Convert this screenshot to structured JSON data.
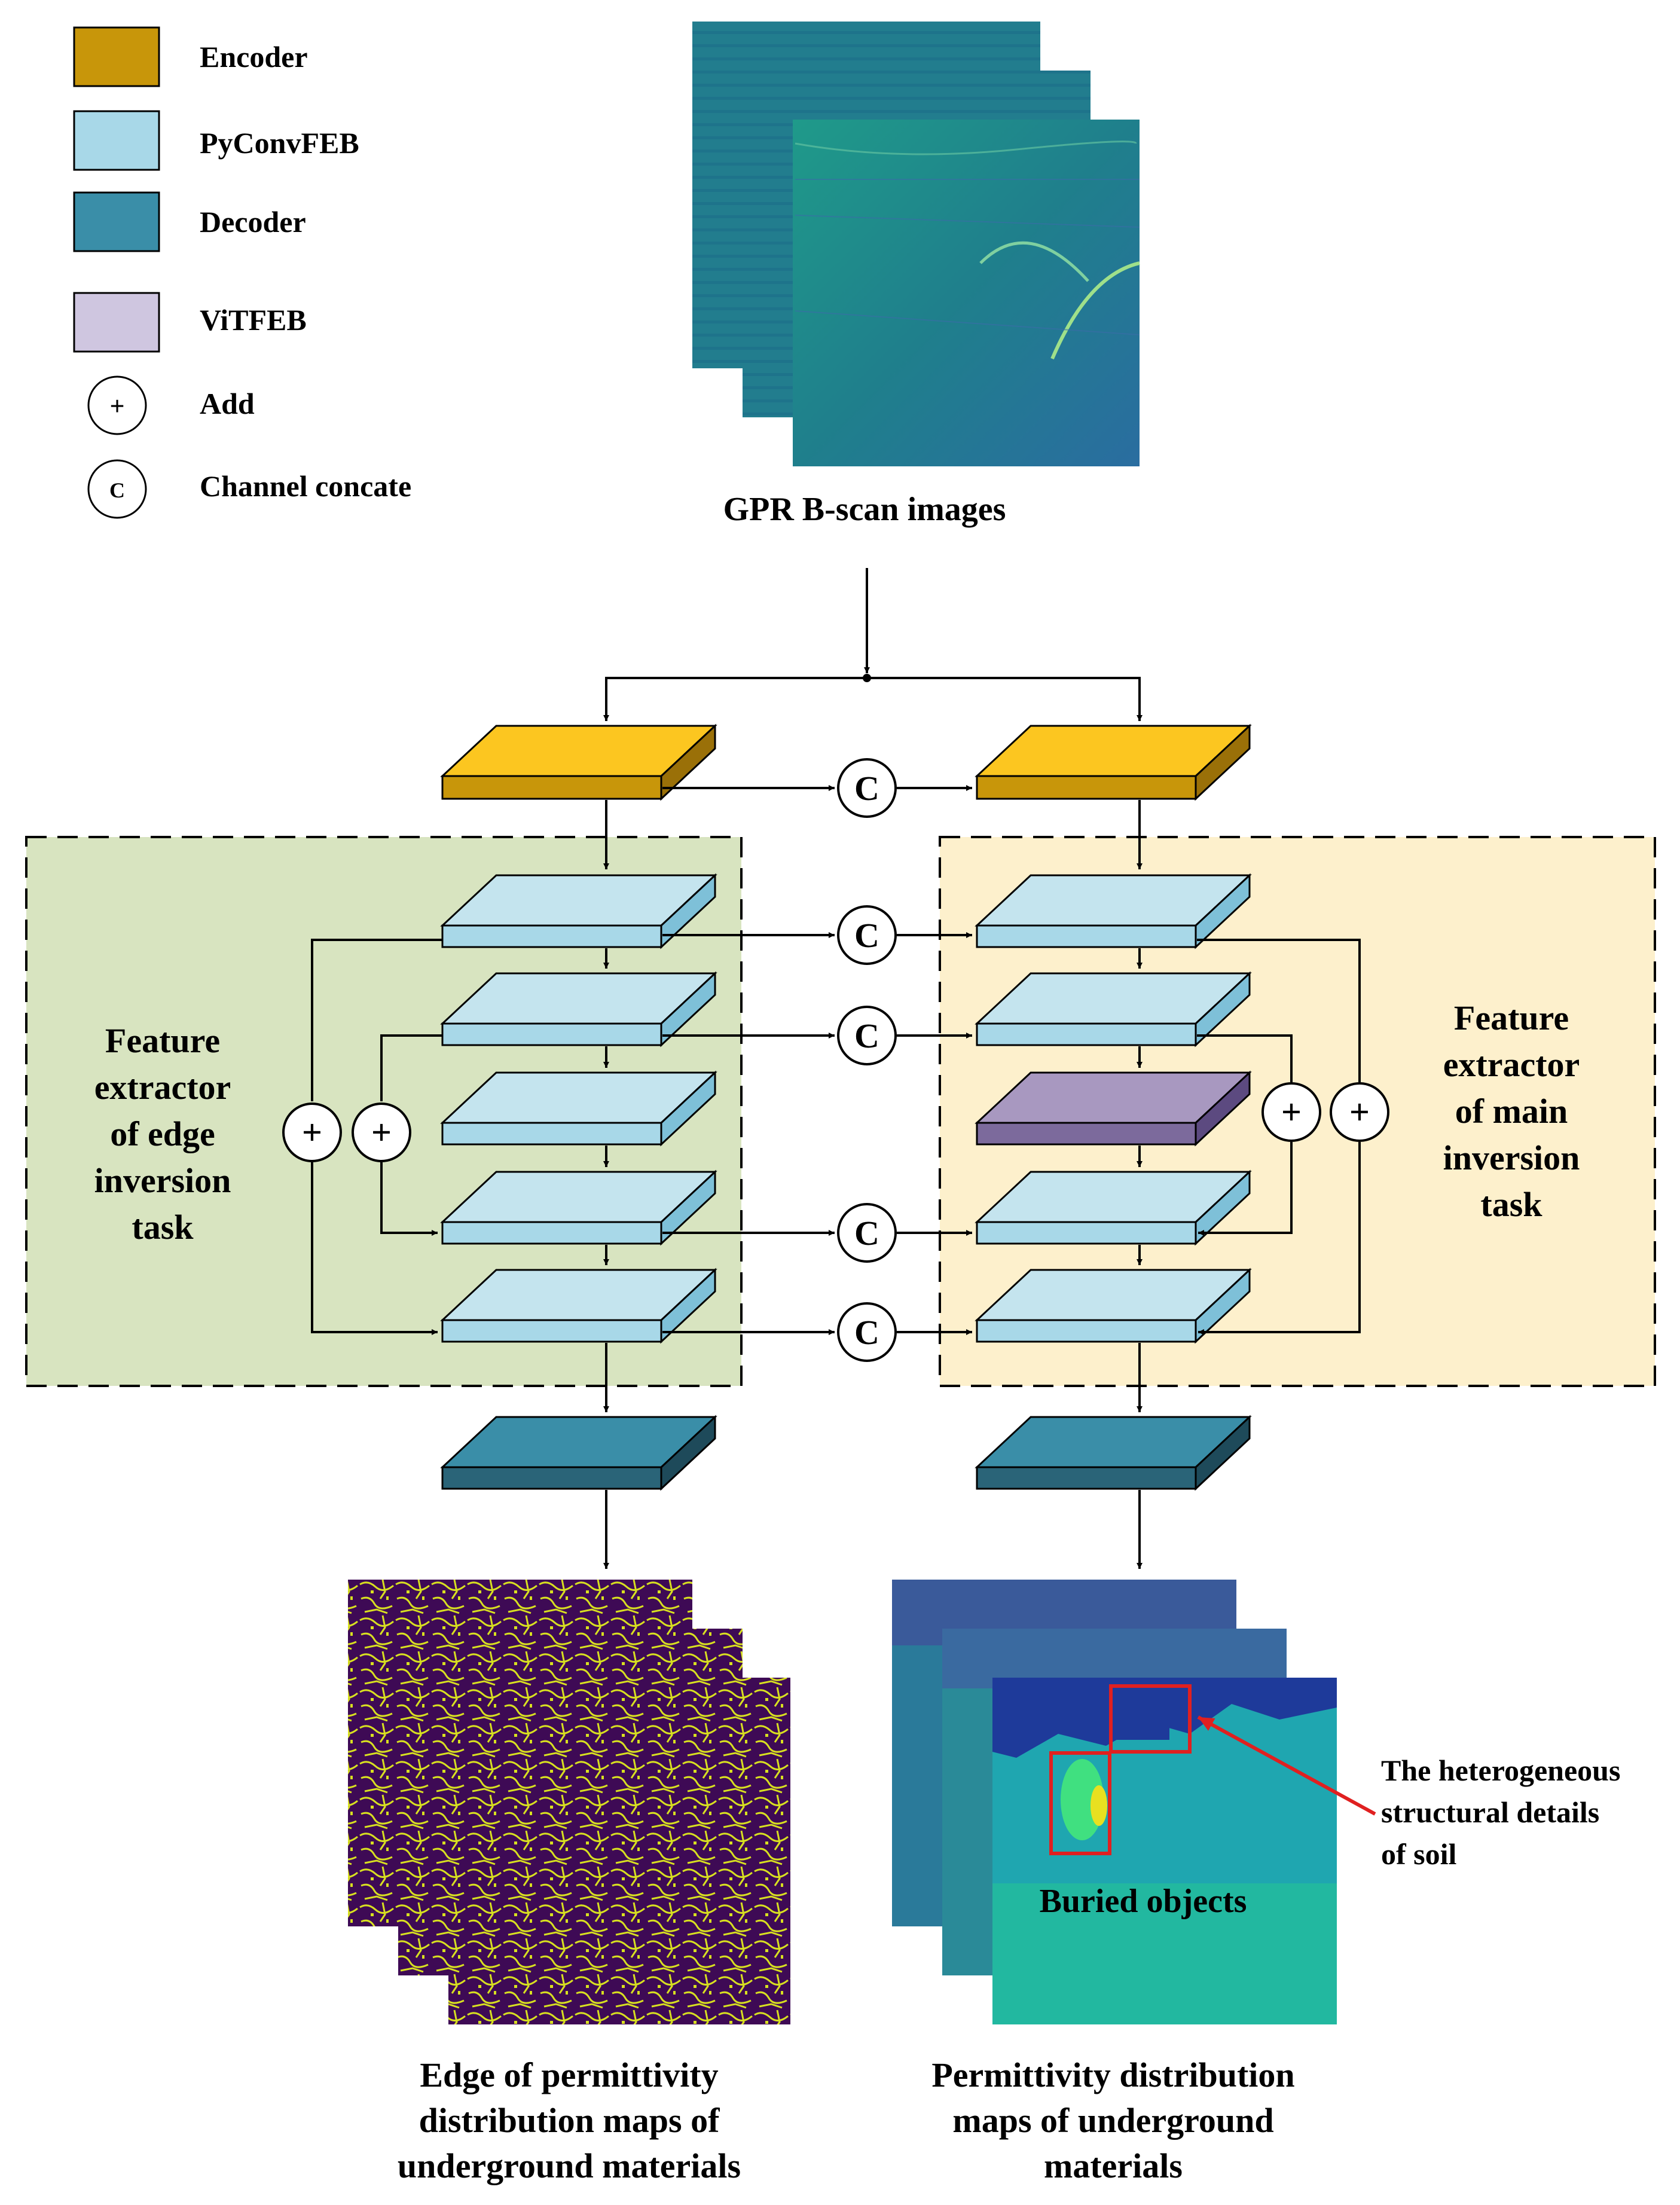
{
  "legend": {
    "encoder": "Encoder",
    "pyconv": "PyConvFEB",
    "decoder": "Decoder",
    "vit": "ViTFEB",
    "add": "Add",
    "concat": "Channel concate",
    "add_symbol": "+",
    "concat_symbol": "C"
  },
  "top": {
    "input_caption": "GPR B-scan images"
  },
  "left_panel": {
    "line1": "Feature",
    "line2": "extractor",
    "line3": "of edge",
    "line4": "inversion",
    "line5": "task"
  },
  "right_panel": {
    "line1": "Feature",
    "line2": "extractor",
    "line3": "of main",
    "line4": "inversion",
    "line5": "task"
  },
  "outputs": {
    "left_line1": "Edge of permittivity",
    "left_line2": "distribution maps of",
    "left_line3": "underground materials",
    "right_line1": "Permittivity distribution",
    "right_line2": "maps of underground",
    "right_line3": "materials",
    "buried": "Buried objects",
    "hetero_line1": "The heterogeneous",
    "hetero_line2": "structural details",
    "hetero_line3": "of soil"
  },
  "colors": {
    "encoder": "#c8960a",
    "pyconv": "#a8d8e8",
    "decoder": "#3a8ea8",
    "vit": "#a898c0",
    "left_panel_bg": "#d8e4c0",
    "right_panel_bg": "#fdf0cc",
    "highlight": "#e02020"
  }
}
